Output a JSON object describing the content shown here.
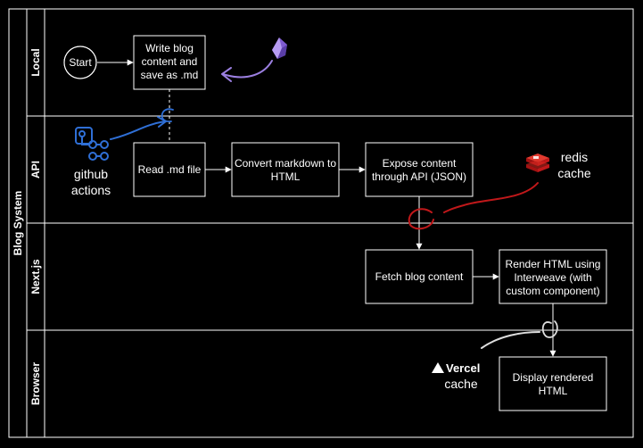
{
  "diagram": {
    "pool_title": "Blog System",
    "lanes": [
      "Local",
      "API",
      "Next.js",
      "Browser"
    ],
    "nodes": {
      "start": "Start",
      "write_blog": [
        "Write blog",
        "content and",
        "save as .md"
      ],
      "read_md": "Read .md file",
      "convert_md": [
        "Convert markdown to",
        "HTML"
      ],
      "expose_api": [
        "Expose content",
        "through API (JSON)"
      ],
      "fetch_blog": "Fetch blog content",
      "render_html": [
        "Render HTML using",
        "Interweave (with",
        "custom component)"
      ],
      "display_html": [
        "Display rendered",
        "HTML"
      ]
    },
    "annotations": {
      "github": [
        "github",
        "actions"
      ],
      "redis": [
        "redis",
        "cache"
      ],
      "vercel_logo": "Vercel",
      "vercel_cache": "cache"
    },
    "colors": {
      "background": "#000000",
      "line": "#ffffff",
      "github_blue": "#2f6fd6",
      "obsidian_purple": "#9b7fe0",
      "redis_red": "#c0181a"
    }
  }
}
